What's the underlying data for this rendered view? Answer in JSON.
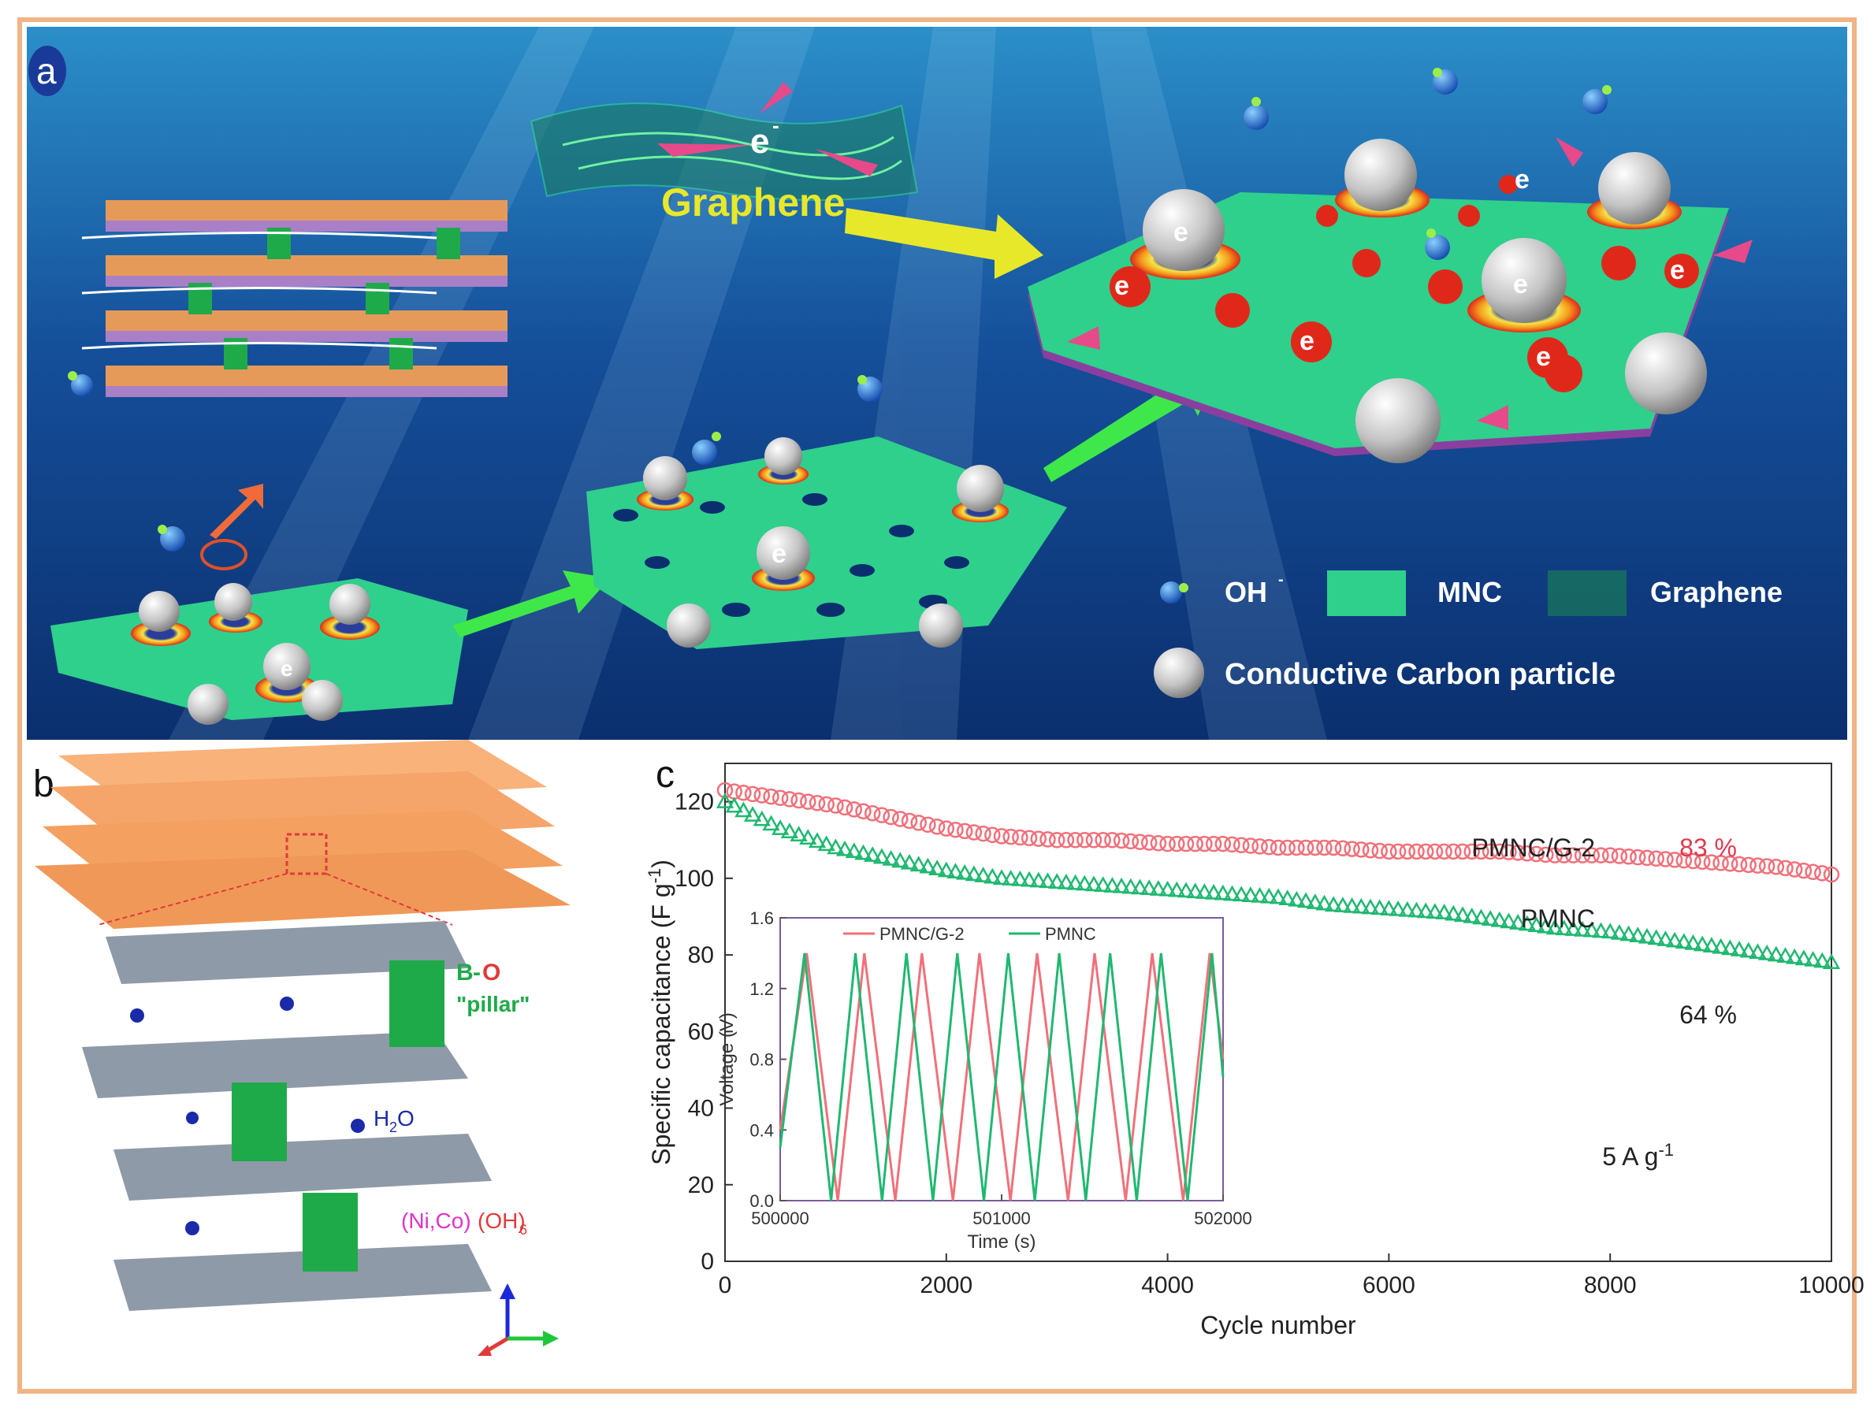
{
  "panel_a": {
    "label": "a",
    "graphene_title": "Graphene",
    "electron_symbol": "e",
    "electron_sup": "-",
    "legend": {
      "oh": "OH",
      "oh_sup": "-",
      "mnc": "MNC",
      "graphene": "Graphene",
      "carbon": "Conductive Carbon particle"
    },
    "colors": {
      "sea_dark": "#0b2f6e",
      "sea_light": "#2b8fc8",
      "sheet": "#2fcf8c",
      "graphene_title": "#e8e82a",
      "pore_red": "#e0281a",
      "ring_orange": "#f3a51c"
    }
  },
  "panel_b": {
    "label": "b",
    "bo_b": "B",
    "bo_dash": "-",
    "bo_o": "O",
    "pillar": "\"pillar\"",
    "h2o": "H",
    "h2o_sub": "2",
    "h2o_o": "O",
    "nico": "(Ni,Co)",
    "oh6": "(OH)",
    "oh6_sub": "6",
    "colors": {
      "layer": "#f5a56a",
      "octahedron": "#8f9aa8",
      "pillar": "#1faa4a",
      "water": "#1a2aa8",
      "oxygen": "#f07a10"
    }
  },
  "panel_c": {
    "label": "c",
    "chart_data": [
      {
        "type": "line",
        "xlabel": "Cycle number",
        "ylabel": "Specific capacitance (F g",
        "ylabel_sup": "-1",
        "ylabel_end": ")",
        "xlim": [
          0,
          10000
        ],
        "ylim": [
          0,
          130
        ],
        "xticks": [
          "0",
          "2000",
          "4000",
          "6000",
          "8000",
          "10000"
        ],
        "yticks": [
          "0",
          "20",
          "40",
          "60",
          "80",
          "100",
          "120"
        ],
        "annotation_rate": "5 A g",
        "annotation_rate_sup": "-1",
        "series": [
          {
            "name": "PMNC/G-2",
            "retention": "83 %",
            "color": "#f0707a",
            "marker": "circle",
            "x": [
              0,
              500,
              1000,
              1500,
              2000,
              2500,
              3000,
              3500,
              4000,
              4500,
              5000,
              5500,
              6000,
              6500,
              7000,
              7500,
              8000,
              8500,
              9000,
              9500,
              10000
            ],
            "y": [
              123,
              121,
              119,
              116,
              113,
              111,
              110,
              110,
              109,
              109,
              108,
              108,
              107,
              107,
              107,
              106,
              106,
              105,
              104,
              103,
              101
            ]
          },
          {
            "name": "PMNC",
            "retention": "64 %",
            "color": "#1fb870",
            "marker": "triangle",
            "x": [
              0,
              500,
              1000,
              1500,
              2000,
              2500,
              3000,
              3500,
              4000,
              4500,
              5000,
              5500,
              6000,
              6500,
              7000,
              7500,
              8000,
              8500,
              9000,
              9500,
              10000
            ],
            "y": [
              120,
              113,
              108,
              105,
              102,
              100,
              99,
              98,
              97,
              96,
              95,
              93,
              92,
              91,
              89,
              87,
              86,
              84,
              82,
              80,
              78
            ]
          }
        ]
      },
      {
        "type": "line",
        "inset": true,
        "xlabel": "Time (s)",
        "ylabel": "Voltage (V)",
        "xlim": [
          500000,
          502000
        ],
        "ylim": [
          0,
          1.6
        ],
        "xticks": [
          "500000",
          "501000",
          "502000"
        ],
        "yticks": [
          "0.0",
          "0.4",
          "0.8",
          "1.2",
          "1.6"
        ],
        "series": [
          {
            "name": "PMNC/G-2",
            "color": "#f0707a",
            "x": [
              500000,
              500120,
              500260,
              500380,
              500520,
              500640,
              500780,
              500900,
              501040,
              501160,
              501300,
              501420,
              501560,
              501680,
              501820,
              501940,
              502000
            ],
            "y": [
              0.4,
              1.4,
              0.0,
              1.4,
              0.0,
              1.4,
              0.0,
              1.4,
              0.0,
              1.4,
              0.0,
              1.4,
              0.0,
              1.4,
              0.0,
              1.4,
              0.8
            ]
          },
          {
            "name": "PMNC",
            "color": "#1fb870",
            "x": [
              500000,
              500110,
              500230,
              500340,
              500460,
              500570,
              500690,
              500800,
              500920,
              501030,
              501150,
              501260,
              501380,
              501490,
              501610,
              501720,
              501840,
              501950,
              502000
            ],
            "y": [
              0.3,
              1.4,
              0.0,
              1.4,
              0.0,
              1.4,
              0.0,
              1.4,
              0.0,
              1.4,
              0.0,
              1.4,
              0.0,
              1.4,
              0.0,
              1.4,
              0.0,
              1.4,
              0.7
            ]
          }
        ]
      }
    ]
  }
}
